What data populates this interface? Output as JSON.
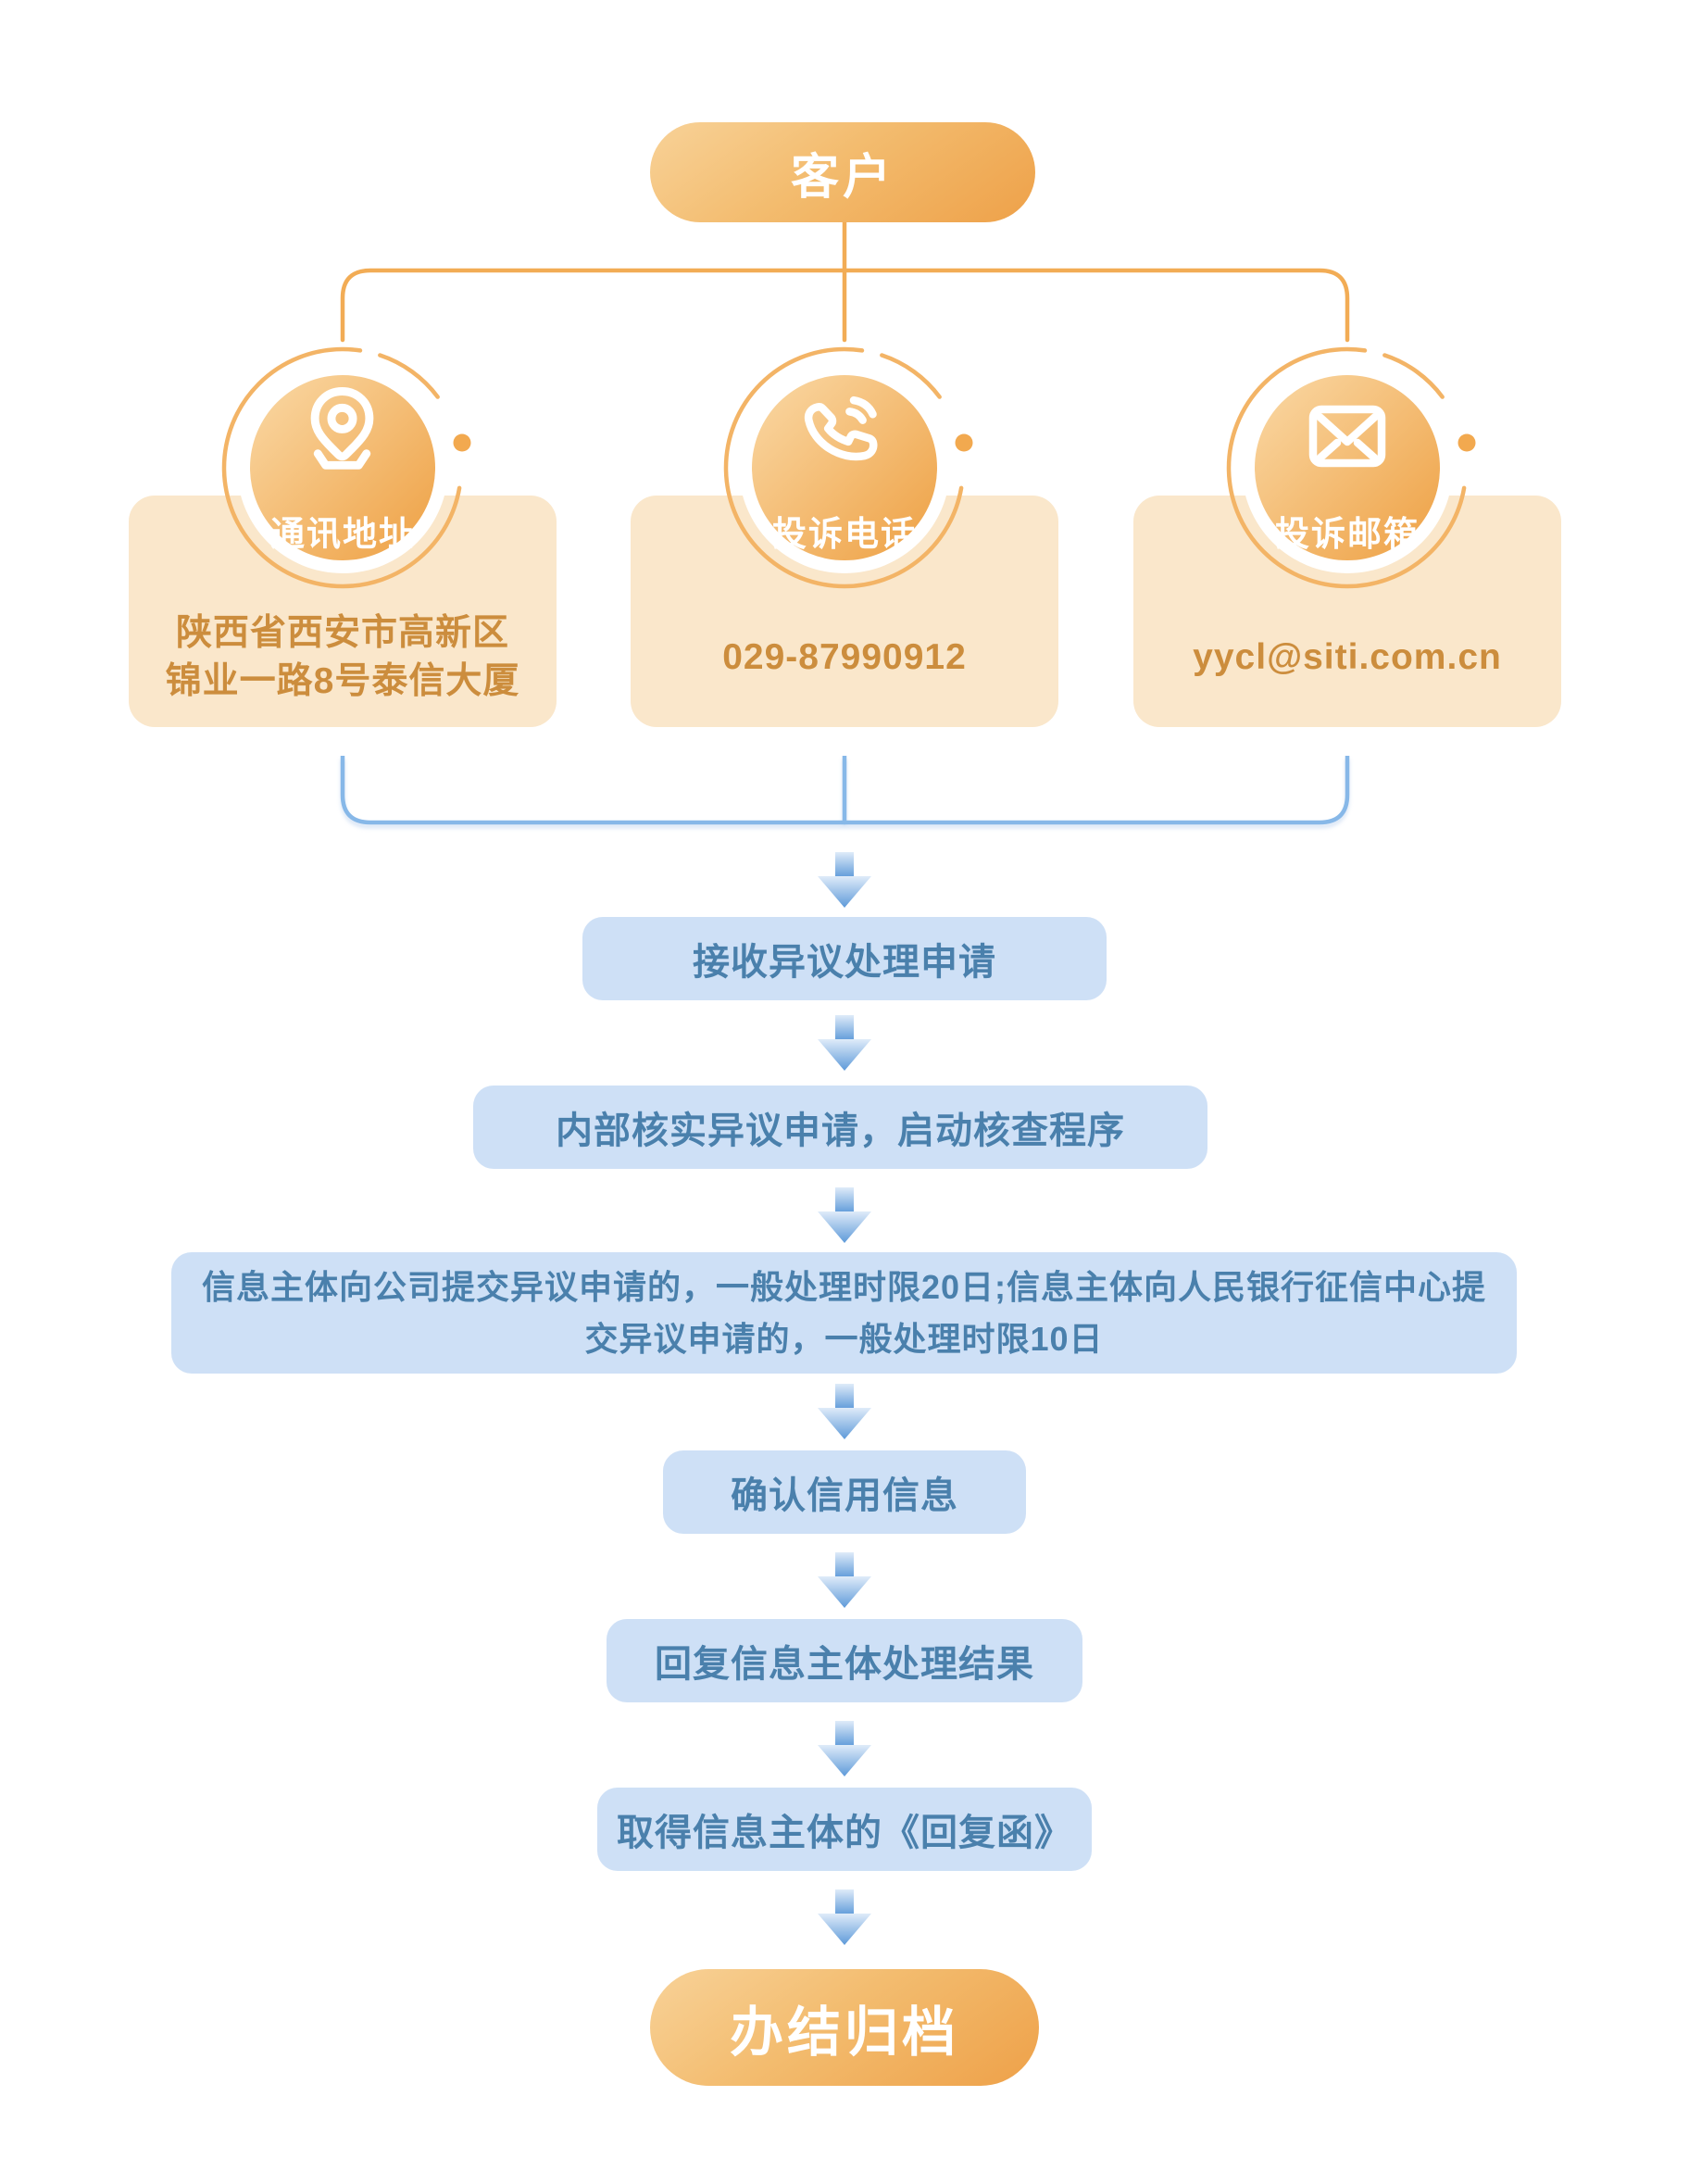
{
  "flow": {
    "start": {
      "label": "客户"
    },
    "channels": [
      {
        "icon": "location-pin-icon",
        "label": "通讯地址",
        "lines": [
          "陕西省西安市高新区",
          "锦业一路8号泰信大厦"
        ]
      },
      {
        "icon": "phone-icon",
        "label": "投诉电话",
        "lines": [
          "029-87990912"
        ]
      },
      {
        "icon": "mail-icon",
        "label": "投诉邮箱",
        "lines": [
          "yycl@siti.com.cn"
        ]
      }
    ],
    "steps": [
      {
        "label": "接收异议处理申请"
      },
      {
        "label": "内部核实异议申请，启动核查程序"
      },
      {
        "label": "信息主体向公司提交异议申请的，一般处理时限20日;信息主体向人民银行征信中心提交异议申请的，一般处理时限10日"
      },
      {
        "label": "确认信用信息"
      },
      {
        "label": "回复信息主体处理结果"
      },
      {
        "label": "取得信息主体的《回复函》"
      }
    ],
    "end": {
      "label": "办结归档"
    }
  },
  "colors": {
    "orange_gradient_start": "#F8D298",
    "orange_gradient_end": "#EEA149",
    "orange_connector_line": "#F2AC55",
    "card_background": "#FAE7CB",
    "card_text": "#CC8D3D",
    "blue_connector_line": "#87B8E8",
    "step_background": "#CEE0F6",
    "step_text": "#4A80AC",
    "arrow_gradient_start": "#DFEBF9",
    "arrow_gradient_end": "#5E9AD9",
    "icon_and_label": "#FFFFFF"
  }
}
